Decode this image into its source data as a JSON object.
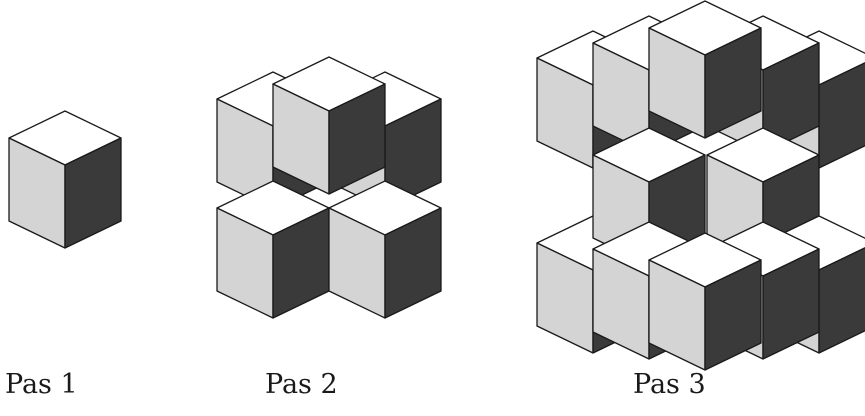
{
  "steps": [
    {
      "label": "Pas 1"
    },
    {
      "label": "Pas 2"
    },
    {
      "label": "Pas 3"
    }
  ],
  "colors": {
    "top_face": "#ffffff",
    "left_face": "#d4d4d4",
    "right_face": "#3a3a3a",
    "edge": "#1a1a1a",
    "background": "#ffffff"
  }
}
